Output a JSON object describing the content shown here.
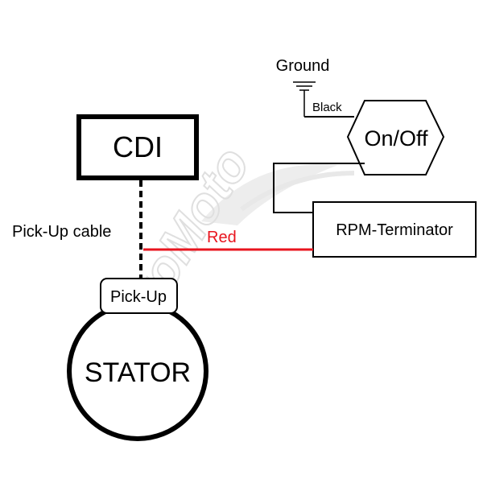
{
  "labels": {
    "ground": "Ground",
    "black": "Black",
    "cdi": "CDI",
    "on_off": "On/Off",
    "pickup_cable": "Pick-Up cable",
    "red": "Red",
    "rpm_terminator": "RPM-Terminator",
    "pickup": "Pick-Up",
    "stator": "STATOR"
  },
  "watermark": "MotoMoto",
  "colors": {
    "red_wire": "#e8141e",
    "ink": "#000000",
    "watermark": "#e0e0e0"
  }
}
